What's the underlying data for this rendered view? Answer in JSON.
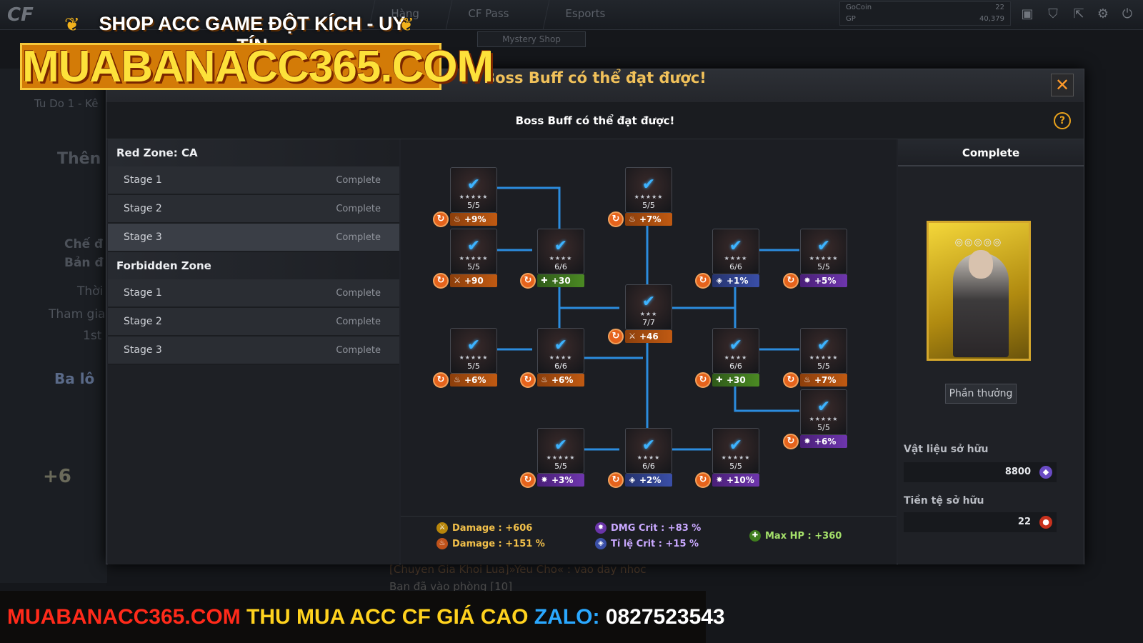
{
  "background": {
    "top_nav": [
      "Hàng",
      "CF Pass",
      "Esports"
    ],
    "mystery_shop": "Mystery Shop",
    "currency": [
      {
        "name": "GoCoin",
        "value": "22"
      },
      {
        "name": "GP",
        "value": "40,379"
      }
    ],
    "room": "Tu Do 1 - Kê",
    "side_texts": [
      "Thên",
      "Chế đ",
      "Bản đ",
      "Thời",
      "Tham gia",
      "1st",
      "Ba lô",
      "+6"
    ],
    "chat": [
      "[Chuyen Gia Khoi Lua]»Yeu Cho« : vao day nhoc",
      "Bạn đã vào phòng [10]"
    ]
  },
  "watermark": {
    "top_line": "SHOP ACC GAME ĐỘT KÍCH - UY TÍN",
    "site": "MUABANACC365.COM",
    "bottom_site": "MUABANACC365.COM",
    "bottom_text": " THU MUA ACC CF GIÁ CAO ",
    "bottom_zalo": "ZALO:",
    "bottom_phone": " 0827523543",
    "colors": {
      "red": "#ff2a1a",
      "yellow": "#ffd21e",
      "blue": "#2aa8ff",
      "white": "#ffffff"
    }
  },
  "modal": {
    "title": "Boss Buff có thể đạt được!",
    "subtitle": "Boss Buff có thể đạt được!",
    "close": "✕",
    "help": "?",
    "zones": [
      {
        "name": "Red Zone: CA",
        "stages": [
          {
            "label": "Stage 1",
            "status": "Complete"
          },
          {
            "label": "Stage 2",
            "status": "Complete"
          },
          {
            "label": "Stage 3",
            "status": "Complete"
          }
        ]
      },
      {
        "name": "Forbidden Zone",
        "stages": [
          {
            "label": "Stage 1",
            "status": "Complete"
          },
          {
            "label": "Stage 2",
            "status": "Complete"
          },
          {
            "label": "Stage 3",
            "status": "Complete"
          }
        ]
      }
    ],
    "nodes": [
      {
        "count": "5/5",
        "stars": "★★★★★",
        "buff": "+9%",
        "kind": "orange",
        "icon": "fire-icon"
      },
      {
        "count": "5/5",
        "stars": "★★★★★",
        "buff": "+7%",
        "kind": "orange",
        "icon": "fire-icon"
      },
      {
        "count": "5/5",
        "stars": "★★★★★",
        "buff": "+90",
        "kind": "orange",
        "icon": "blade-icon"
      },
      {
        "count": "6/6",
        "stars": "★★★★",
        "buff": "+30",
        "kind": "green",
        "icon": "heal-icon"
      },
      {
        "count": "6/6",
        "stars": "★★★★",
        "buff": "+1%",
        "kind": "blue",
        "icon": "crit-rate-icon"
      },
      {
        "count": "5/5",
        "stars": "★★★★★",
        "buff": "+5%",
        "kind": "purple",
        "icon": "crit-dmg-icon"
      },
      {
        "count": "7/7",
        "stars": "★★★",
        "buff": "+46",
        "kind": "orange",
        "icon": "blade-icon"
      },
      {
        "count": "5/5",
        "stars": "★★★★★",
        "buff": "+6%",
        "kind": "orange",
        "icon": "fire-icon"
      },
      {
        "count": "6/6",
        "stars": "★★★★",
        "buff": "+6%",
        "kind": "orange",
        "icon": "fire-icon"
      },
      {
        "count": "6/6",
        "stars": "★★★★",
        "buff": "+30",
        "kind": "green",
        "icon": "heal-icon"
      },
      {
        "count": "5/5",
        "stars": "★★★★★",
        "buff": "+7%",
        "kind": "orange",
        "icon": "fire-icon"
      },
      {
        "count": "5/5",
        "stars": "★★★★★",
        "buff": "+6%",
        "kind": "purple",
        "icon": "crit-dmg-icon"
      },
      {
        "count": "5/5",
        "stars": "★★★★★",
        "buff": "+3%",
        "kind": "purple",
        "icon": "crit-dmg-icon"
      },
      {
        "count": "6/6",
        "stars": "★★★★",
        "buff": "+2%",
        "kind": "blue",
        "icon": "crit-rate-icon"
      },
      {
        "count": "5/5",
        "stars": "★★★★★",
        "buff": "+10%",
        "kind": "purple",
        "icon": "crit-dmg-icon"
      }
    ],
    "totals": [
      {
        "label": "Damage : +606",
        "color": "#f2c04a",
        "icon": "blade-icon"
      },
      {
        "label": "Damage : +151 %",
        "color": "#f2c04a",
        "icon": "fire-icon"
      },
      {
        "label": "DMG Crit : +83 %",
        "color": "#c9a8ff",
        "icon": "crit-dmg-icon"
      },
      {
        "label": "Tỉ lệ Crit : +15 %",
        "color": "#c9a8ff",
        "icon": "crit-rate-icon"
      },
      {
        "label": "Max HP : +360",
        "color": "#a4e06a",
        "icon": "heal-icon"
      }
    ],
    "reward": {
      "header": "Complete",
      "button": "Phần thưởng",
      "material_label": "Vật liệu sở hữu",
      "material_value": "8800",
      "currency_label": "Tiền tệ sở hữu",
      "currency_value": "22"
    },
    "colors": {
      "title": "#f1c15a",
      "line": "#2ea0ff",
      "check": "#3db3ff"
    }
  }
}
